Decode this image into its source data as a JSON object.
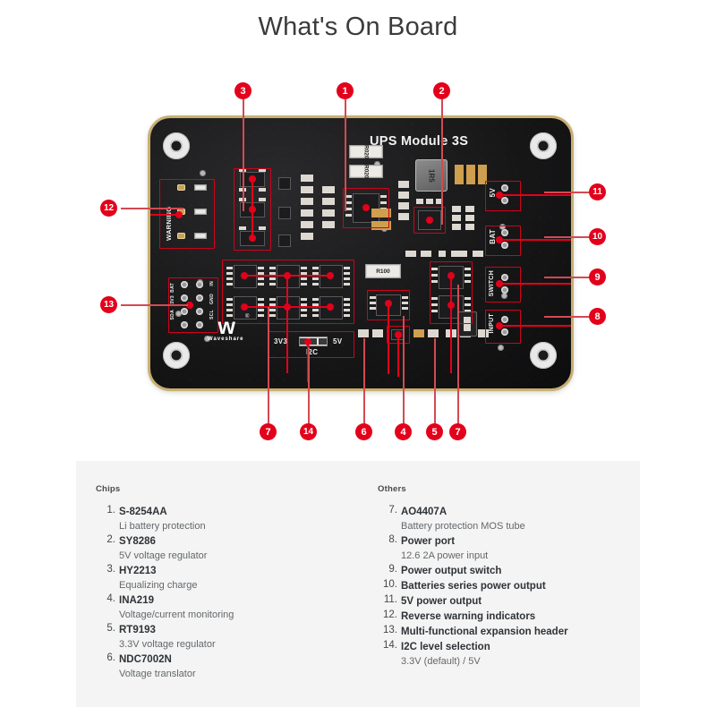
{
  "page": {
    "title": "What's On Board"
  },
  "board": {
    "silk_title": "UPS Module 3S",
    "brand": "Waveshare",
    "brand_mark": "w",
    "registered": "®",
    "labels": {
      "warning": "WARNING",
      "pin_5v": "5V",
      "pin_bat": "BAT",
      "pin_switch": "SWITCH",
      "pin_input": "INPUT",
      "i2c": "I2C",
      "i2c_left": "3V3",
      "i2c_right": "5V"
    },
    "header_pins": [
      "SDA",
      "SCL",
      "3V3",
      "3V3",
      "BAT",
      "BAT",
      "GND",
      "GND",
      "IN",
      "IN"
    ],
    "components": {
      "shunt_a": "R020",
      "shunt_b": "R020",
      "shunt_c": "R100",
      "inductor": "1R5"
    },
    "colors": {
      "pcb": "#161617",
      "edge_gold": "#c9b070",
      "accent": "#e3001b",
      "lead": "#d34a52"
    }
  },
  "callouts": [
    {
      "id": "c1",
      "label": "1"
    },
    {
      "id": "c2",
      "label": "2"
    },
    {
      "id": "c3",
      "label": "3"
    },
    {
      "id": "c4",
      "label": "4"
    },
    {
      "id": "c5",
      "label": "5"
    },
    {
      "id": "c6",
      "label": "6"
    },
    {
      "id": "c7a",
      "label": "7"
    },
    {
      "id": "c7b",
      "label": "7"
    },
    {
      "id": "c8",
      "label": "8"
    },
    {
      "id": "c9",
      "label": "9"
    },
    {
      "id": "c10",
      "label": "10"
    },
    {
      "id": "c11",
      "label": "11"
    },
    {
      "id": "c12",
      "label": "12"
    },
    {
      "id": "c13",
      "label": "13"
    },
    {
      "id": "c14",
      "label": "14"
    }
  ],
  "legend": {
    "chips": {
      "heading": "Chips",
      "items": [
        {
          "num": "1.",
          "name": "S-8254AA",
          "desc": "Li battery protection"
        },
        {
          "num": "2.",
          "name": "SY8286",
          "desc": "5V voltage regulator"
        },
        {
          "num": "3.",
          "name": "HY2213",
          "desc": "Equalizing charge"
        },
        {
          "num": "4.",
          "name": "INA219",
          "desc": "Voltage/current monitoring"
        },
        {
          "num": "5.",
          "name": "RT9193",
          "desc": "3.3V voltage regulator"
        },
        {
          "num": "6.",
          "name": "NDC7002N",
          "desc": "Voltage translator"
        }
      ]
    },
    "others": {
      "heading": "Others",
      "items": [
        {
          "num": "7.",
          "name": "AO4407A",
          "desc": "Battery protection MOS tube"
        },
        {
          "num": "8.",
          "name": "Power port",
          "desc": "12.6 2A power input"
        },
        {
          "num": "9.",
          "name": "Power output switch",
          "desc": ""
        },
        {
          "num": "10.",
          "name": "Batteries series power output",
          "desc": ""
        },
        {
          "num": "11.",
          "name": "5V power output",
          "desc": ""
        },
        {
          "num": "12.",
          "name": "Reverse warning indicators",
          "desc": ""
        },
        {
          "num": "13.",
          "name": "Multi-functional expansion header",
          "desc": ""
        },
        {
          "num": "14.",
          "name": "I2C level selection",
          "desc": "3.3V (default) / 5V"
        }
      ]
    }
  }
}
